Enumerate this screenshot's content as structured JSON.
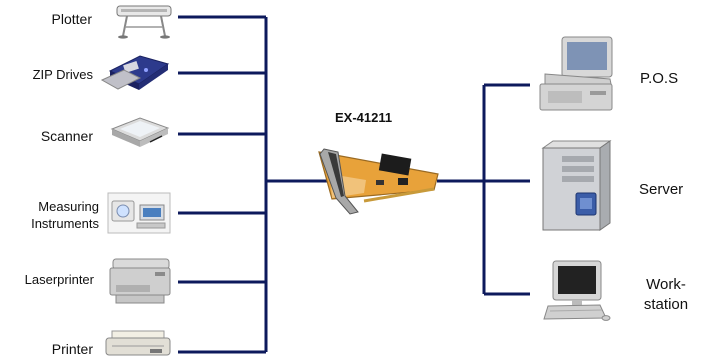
{
  "card": {
    "label": "EX-41211"
  },
  "left_devices": [
    {
      "label": "Plotter",
      "icon": "plotter-icon"
    },
    {
      "label": "ZIP Drives",
      "icon": "zip-drive-icon"
    },
    {
      "label": "Scanner",
      "icon": "scanner-icon"
    },
    {
      "label_line1": "Measuring",
      "label_line2": "Instruments",
      "icon": "measuring-instruments-icon"
    },
    {
      "label": "Laserprinter",
      "icon": "laser-printer-icon"
    },
    {
      "label": "Printer",
      "icon": "dot-matrix-printer-icon"
    }
  ],
  "right_devices": [
    {
      "label": "P.O.S",
      "icon": "pos-terminal-icon"
    },
    {
      "label": "Server",
      "icon": "server-tower-icon"
    },
    {
      "label_line1": "Work-",
      "label_line2": "station",
      "icon": "workstation-icon"
    }
  ],
  "colors": {
    "connector": "#0d1a5c",
    "card_board": "#e8a23a",
    "background": "#ffffff"
  }
}
